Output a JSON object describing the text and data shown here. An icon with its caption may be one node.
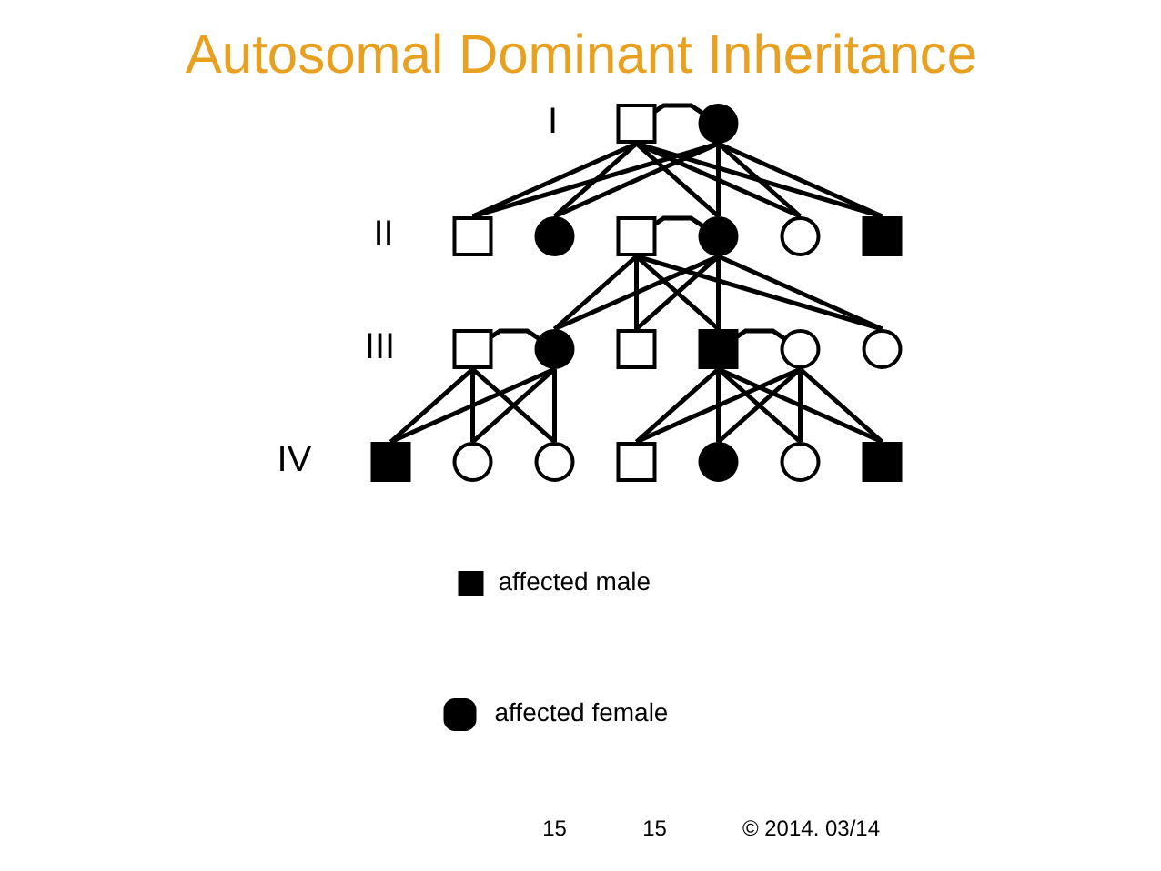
{
  "diagram": {
    "title": "Autosomal Dominant Inheritance",
    "nodes": [
      {
        "text": [],
        "shape": "box"
      },
      {
        "text": [],
        "shape": "circle"
      },
      {
        "text": [],
        "shape": "box"
      },
      {
        "text": [],
        "shape": "circle"
      },
      {
        "text": [],
        "shape": "box"
      },
      {
        "text": [],
        "shape": "circle"
      },
      {
        "text": [],
        "shape": "circle"
      },
      {
        "text": [],
        "shape": "box"
      },
      {
        "text": [],
        "shape": "box"
      },
      {
        "text": [],
        "shape": "circle"
      },
      {
        "text": [],
        "shape": "box"
      },
      {
        "text": [],
        "shape": "box"
      },
      {
        "text": [],
        "shape": "circle"
      },
      {
        "text": [],
        "shape": "circle"
      },
      {
        "text": [],
        "shape": "box"
      },
      {
        "text": [],
        "shape": "circle"
      },
      {
        "text": [],
        "shape": "circle"
      },
      {
        "text": [],
        "shape": "box"
      },
      {
        "text": [],
        "shape": "circle"
      },
      {
        "text": [],
        "shape": "circle"
      },
      {
        "text": [],
        "shape": "box"
      }
    ],
    "edges": [
      {
        "from": 0,
        "to": 1,
        "arrow": "none"
      },
      {
        "from": 0,
        "to": 2,
        "arrow": "none"
      },
      {
        "from": 1,
        "to": 2,
        "arrow": "none"
      },
      {
        "from": 0,
        "to": 3,
        "arrow": "none"
      },
      {
        "from": 1,
        "to": 3,
        "arrow": "none"
      },
      {
        "from": 0,
        "to": 5,
        "arrow": "none"
      },
      {
        "from": 1,
        "to": 5,
        "arrow": "none"
      },
      {
        "from": 0,
        "to": 6,
        "arrow": "none"
      },
      {
        "from": 1,
        "to": 6,
        "arrow": "none"
      },
      {
        "from": 0,
        "to": 7,
        "arrow": "none"
      },
      {
        "from": 1,
        "to": 7,
        "arrow": "none"
      },
      {
        "from": 4,
        "to": 5,
        "arrow": "none"
      },
      {
        "from": 4,
        "to": 9,
        "arrow": "none"
      },
      {
        "from": 5,
        "to": 9,
        "arrow": "none"
      },
      {
        "from": 4,
        "to": 10,
        "arrow": "none"
      },
      {
        "from": 5,
        "to": 10,
        "arrow": "none"
      },
      {
        "from": 4,
        "to": 11,
        "arrow": "none"
      },
      {
        "from": 5,
        "to": 11,
        "arrow": "none"
      },
      {
        "from": 4,
        "to": 13,
        "arrow": "none"
      },
      {
        "from": 5,
        "to": 13,
        "arrow": "none"
      },
      {
        "from": 8,
        "to": 9,
        "arrow": "none"
      },
      {
        "from": 8,
        "to": 14,
        "arrow": "none"
      },
      {
        "from": 9,
        "to": 14,
        "arrow": "none"
      },
      {
        "from": 8,
        "to": 15,
        "arrow": "none"
      },
      {
        "from": 9,
        "to": 15,
        "arrow": "none"
      },
      {
        "from": 8,
        "to": 16,
        "arrow": "none"
      },
      {
        "from": 9,
        "to": 16,
        "arrow": "none"
      },
      {
        "from": 11,
        "to": 12,
        "arrow": "none"
      },
      {
        "from": 11,
        "to": 17,
        "arrow": "none"
      },
      {
        "from": 12,
        "to": 17,
        "arrow": "none"
      },
      {
        "from": 11,
        "to": 18,
        "arrow": "none"
      },
      {
        "from": 12,
        "to": 18,
        "arrow": "none"
      },
      {
        "from": 11,
        "to": 19,
        "arrow": "none"
      },
      {
        "from": 12,
        "to": 19,
        "arrow": "none"
      },
      {
        "from": 11,
        "to": 20,
        "arrow": "none"
      },
      {
        "from": 12,
        "to": 20,
        "arrow": "none"
      }
    ],
    "labels": [
      "I",
      "II",
      "III",
      "IV",
      "15",
      "15",
      "© 2014. 03/14"
    ],
    "legend": [
      {
        "text": "affected male",
        "color": "#000000"
      },
      {
        "text": "affected female",
        "color": "#000000"
      }
    ]
  }
}
